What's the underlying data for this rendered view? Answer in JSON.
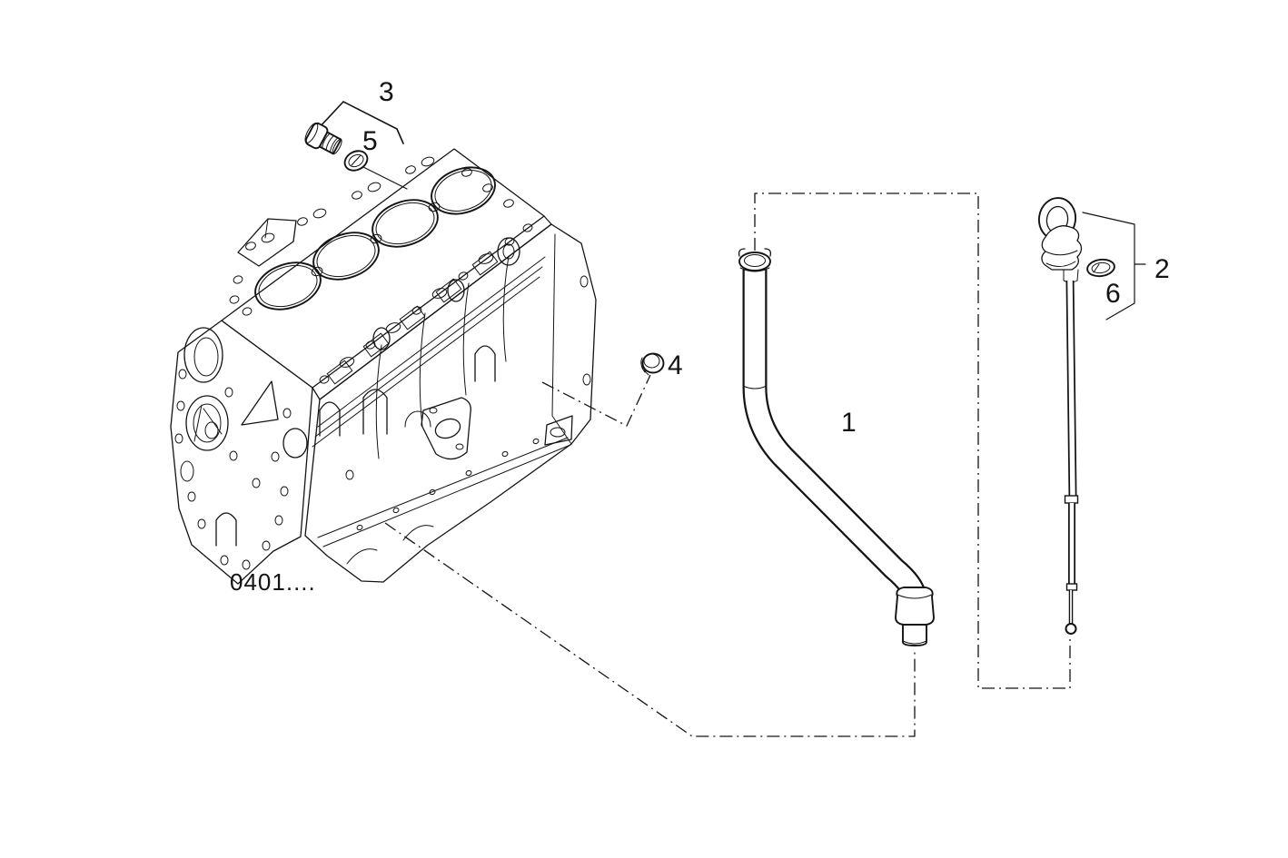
{
  "page": {
    "background_color": "#ffffff"
  },
  "diagram": {
    "kind": "engine-block-exploded-parts-line-drawing",
    "line_color": "#141414",
    "reference_code": "0401....",
    "callouts": {
      "c1": "1",
      "c2": "2",
      "c3": "3",
      "c4": "4",
      "c5": "5",
      "c6": "6"
    }
  }
}
